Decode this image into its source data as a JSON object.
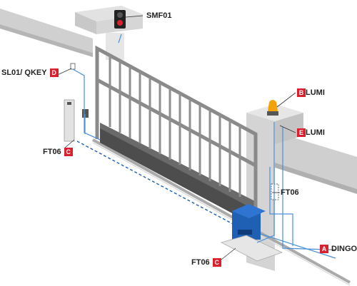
{
  "labels": {
    "smf": {
      "text": "SMF01"
    },
    "sl": {
      "text": "SL01/ QKEY",
      "code": "D"
    },
    "lumi_b": {
      "text": "LUMI",
      "code": "B"
    },
    "lumi_e": {
      "text": "LUMI",
      "code": "E"
    },
    "ft06_left": {
      "text": "FT06",
      "code": "C"
    },
    "ft06_mid": {
      "text": "FT06"
    },
    "ft06_bottom": {
      "text": "FT06",
      "code": "C"
    },
    "dingo": {
      "text": "DINGO",
      "code": "A"
    }
  },
  "colors": {
    "badge": "#d8202f",
    "wiring": "#4a90d9",
    "motor": "#1f5fb4",
    "lamp": "#f2a20c",
    "frame": "#8a8a8a",
    "panel": "#4d4d4d"
  },
  "icons": [
    "motor-unit-icon",
    "warning-lamp-icon",
    "photocell-icon",
    "key-switch-icon",
    "traffic-light-icon"
  ]
}
